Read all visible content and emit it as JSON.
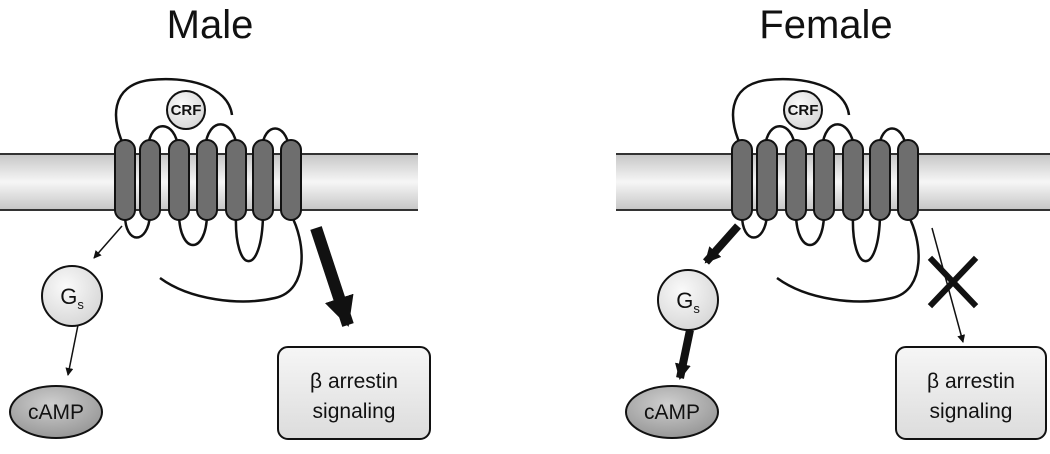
{
  "panels": {
    "male": {
      "title": "Male",
      "ligand": "CRF",
      "g_protein": "G",
      "g_protein_sub": "s",
      "second_messenger": "cAMP",
      "arrestin_line1": "β arrestin",
      "arrestin_line2": "signaling"
    },
    "female": {
      "title": "Female",
      "ligand": "CRF",
      "g_protein": "G",
      "g_protein_sub": "s",
      "second_messenger": "cAMP",
      "arrestin_line1": "β arrestin",
      "arrestin_line2": "signaling"
    }
  },
  "colors": {
    "membrane_edge": "#c8c8c8",
    "membrane_center": "#f4f4f4",
    "helix_fill": "#6e6e6e",
    "node_fill": "#ececec",
    "camp_fill": "#a8a8a8",
    "stroke": "#111111"
  },
  "icons": {
    "blocked": "x-mark-icon"
  }
}
